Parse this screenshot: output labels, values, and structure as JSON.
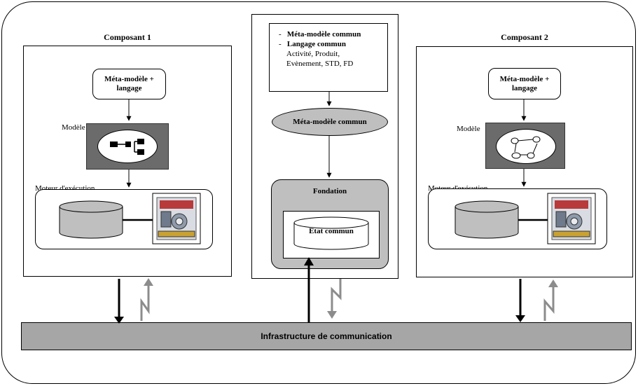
{
  "component1": {
    "title": "Composant 1",
    "meta_box": "Méta-modèle + langage",
    "model_label": "Modèle",
    "engine_label": "Moteur d'exécution"
  },
  "component2": {
    "title": "Composant 2",
    "meta_box": "Méta-modèle + langage",
    "model_label": "Modèle",
    "engine_label": "Moteur d'exécution"
  },
  "center": {
    "notes": [
      {
        "bullet": "-",
        "text": "Méta-modèle commun",
        "bold": true
      },
      {
        "bullet": "-",
        "text": "Langage commun",
        "bold": true
      },
      {
        "bullet": "",
        "text": "Activité, Produit,",
        "bold": false
      },
      {
        "bullet": "",
        "text": "Evènement, STD, FD",
        "bold": false
      }
    ],
    "meta_oval": "Méta-modèle commun",
    "foundation_title": "Fondation",
    "shared_state": "Etat commun"
  },
  "infrastructure": "Infrastructure de communication",
  "colors": {
    "gray_fill": "#bfbfbf",
    "dark_frame": "#6b6b6b",
    "infra_fill": "#a6a6a6",
    "arrow_gray": "#8c8c8c"
  }
}
